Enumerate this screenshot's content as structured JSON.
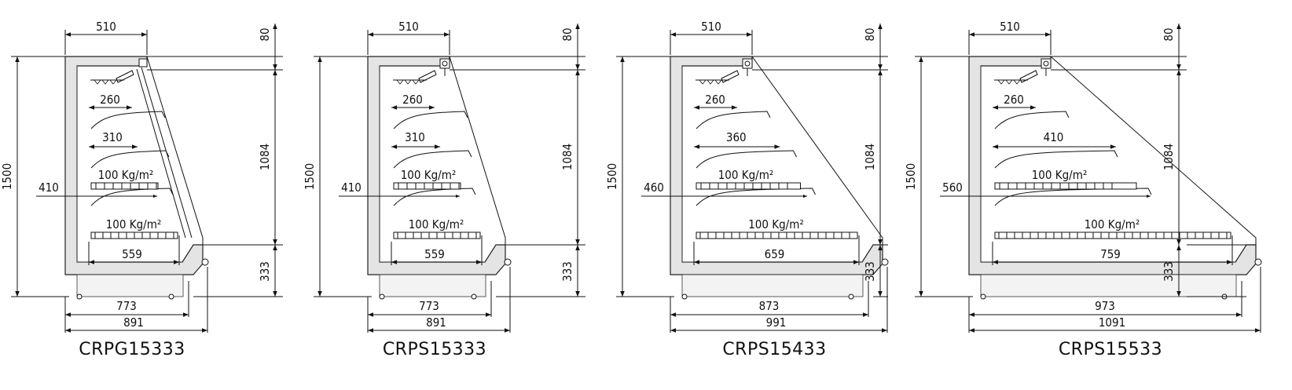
{
  "drawings": [
    {
      "model": "CRPG15333",
      "glass": true,
      "dims": {
        "top_width": "510",
        "height_total": "1500",
        "top_band": "80",
        "mid_band": "1084",
        "base_band": "333",
        "shelf1": "260",
        "shelf2": "310",
        "shelf3": "410",
        "load_shelf": "100 Kg/m²",
        "load_base": "100 Kg/m²",
        "base_depth": "559",
        "depth_inner": "773",
        "depth_total": "891"
      }
    },
    {
      "model": "CRPS15333",
      "glass": false,
      "dims": {
        "top_width": "510",
        "height_total": "1500",
        "top_band": "80",
        "mid_band": "1084",
        "base_band": "333",
        "shelf1": "260",
        "shelf2": "310",
        "shelf3": "410",
        "load_shelf": "100 Kg/m²",
        "load_base": "100 Kg/m²",
        "base_depth": "559",
        "depth_inner": "773",
        "depth_total": "891"
      }
    },
    {
      "model": "CRPS15433",
      "glass": false,
      "dims": {
        "top_width": "510",
        "height_total": "1500",
        "top_band": "80",
        "mid_band": "1084",
        "base_band": "333",
        "shelf1": "260",
        "shelf2": "360",
        "shelf3": "460",
        "load_shelf": "100 Kg/m²",
        "load_base": "100 Kg/m²",
        "base_depth": "659",
        "depth_inner": "873",
        "depth_total": "991"
      }
    },
    {
      "model": "CRPS15533",
      "glass": false,
      "dims": {
        "top_width": "510",
        "height_total": "1500",
        "top_band": "80",
        "mid_band": "1084",
        "base_band": "333",
        "shelf1": "260",
        "shelf2": "410",
        "shelf3": "560",
        "load_shelf": "100 Kg/m²",
        "load_base": "100 Kg/m²",
        "base_depth": "759",
        "depth_inner": "973",
        "depth_total": "1091"
      }
    }
  ]
}
